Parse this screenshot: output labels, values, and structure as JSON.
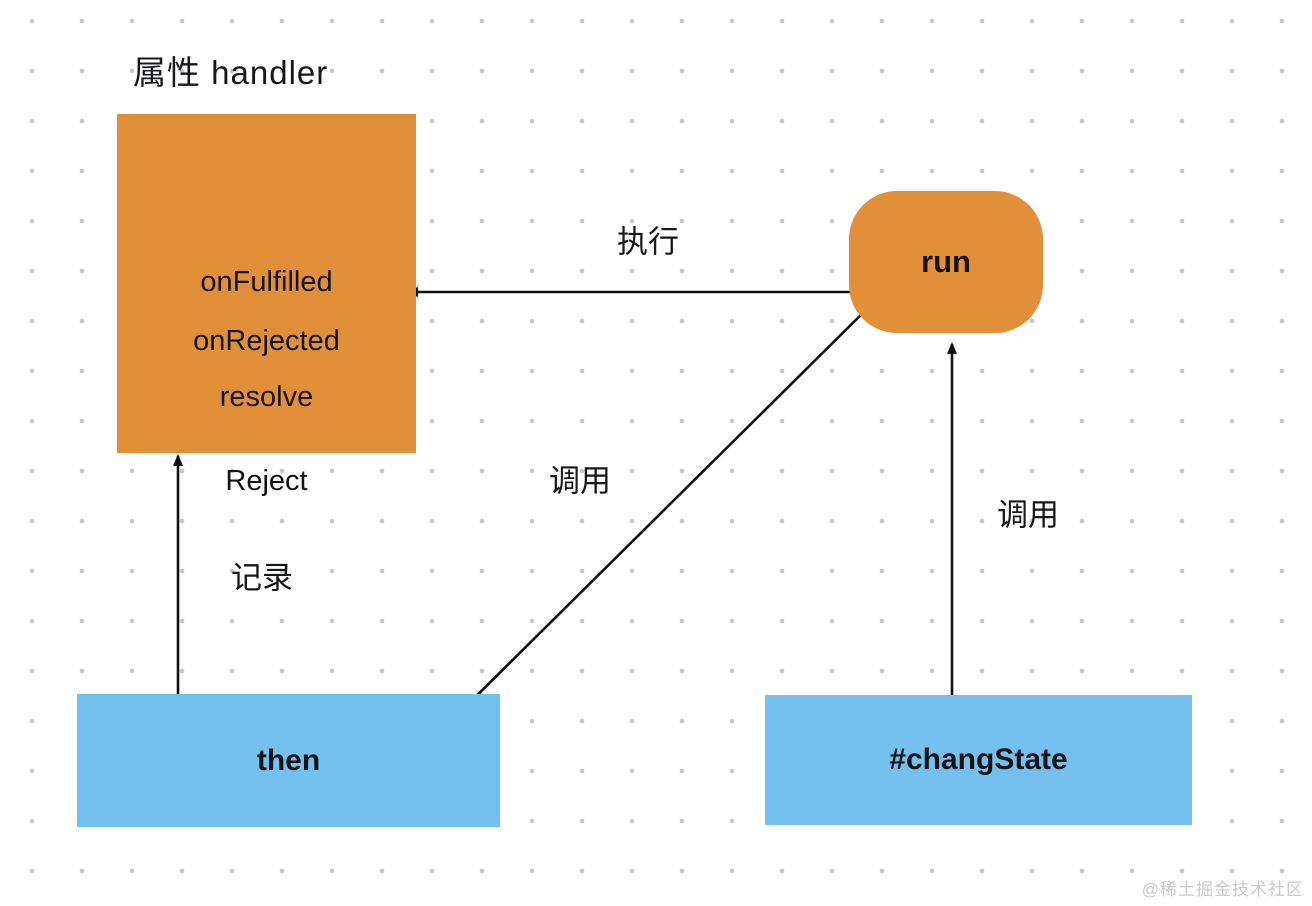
{
  "title": "属性 handler",
  "colors": {
    "node_orange": "#e18f38",
    "node_blue": "#74c0ee",
    "edge_line": "#111111",
    "dot_grid": "#c5c7cd",
    "background": "#ffffff"
  },
  "nodes": {
    "handler_box": {
      "shape": "rectangle",
      "color": "#e18f38",
      "items": [
        "onFulfilled",
        "onRejected",
        "resolve",
        "Reject"
      ]
    },
    "run_node": {
      "shape": "rounded-rectangle",
      "color": "#e18f38",
      "label": "run"
    },
    "then_box": {
      "shape": "rectangle",
      "color": "#74c0ee",
      "label": "then"
    },
    "changstate_box": {
      "shape": "rectangle",
      "color": "#74c0ee",
      "label": "#changState"
    }
  },
  "edges": [
    {
      "from": "run_node",
      "to": "handler_box",
      "label": "执行",
      "direction": "horizontal-left"
    },
    {
      "from": "then_box",
      "to": "run_node",
      "label": "调用",
      "direction": "diagonal-up-right"
    },
    {
      "from": "then_box",
      "to": "handler_box",
      "label": "记录",
      "direction": "vertical-up"
    },
    {
      "from": "changstate_box",
      "to": "run_node",
      "label": "调用",
      "direction": "vertical-up"
    }
  ],
  "watermark": "@稀土掘金技术社区"
}
